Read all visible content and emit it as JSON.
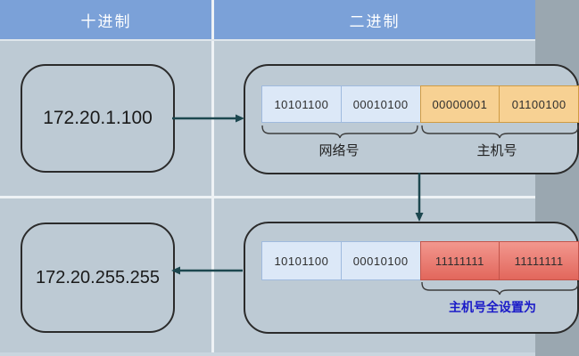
{
  "header": {
    "decimal_label": "十进制",
    "binary_label": "二进制"
  },
  "row1": {
    "decimal_value": "172.20.1.100",
    "octets": [
      {
        "bits": "10101100",
        "role": "network"
      },
      {
        "bits": "00010100",
        "role": "network"
      },
      {
        "bits": "00000001",
        "role": "host"
      },
      {
        "bits": "01100100",
        "role": "host"
      }
    ],
    "network_label": "网络号",
    "host_label": "主机号"
  },
  "row2": {
    "decimal_value": "172.20.255.255",
    "octets": [
      {
        "bits": "10101100",
        "role": "network"
      },
      {
        "bits": "00010100",
        "role": "network"
      },
      {
        "bits": "11111111",
        "role": "host-broadcast"
      },
      {
        "bits": "11111111",
        "role": "host-broadcast"
      }
    ],
    "annotation": "主机号全设置为"
  },
  "colors": {
    "header_bg": "#7ba1d8",
    "canvas_bg": "#bdcad4",
    "node_border": "#2b2b2b",
    "octet_network_fill": "#dce8f7",
    "octet_network_border": "#9fbade",
    "octet_host_fill": "#f7d193",
    "octet_host_border": "#cf9b43",
    "octet_broadcast_fill_top": "#f2978e",
    "octet_broadcast_fill_bottom": "#e2675c",
    "octet_broadcast_border": "#c2544a",
    "arrow": "#1c474f",
    "brace": "#3c3c3c",
    "annotation_text": "#1a1ac8"
  }
}
